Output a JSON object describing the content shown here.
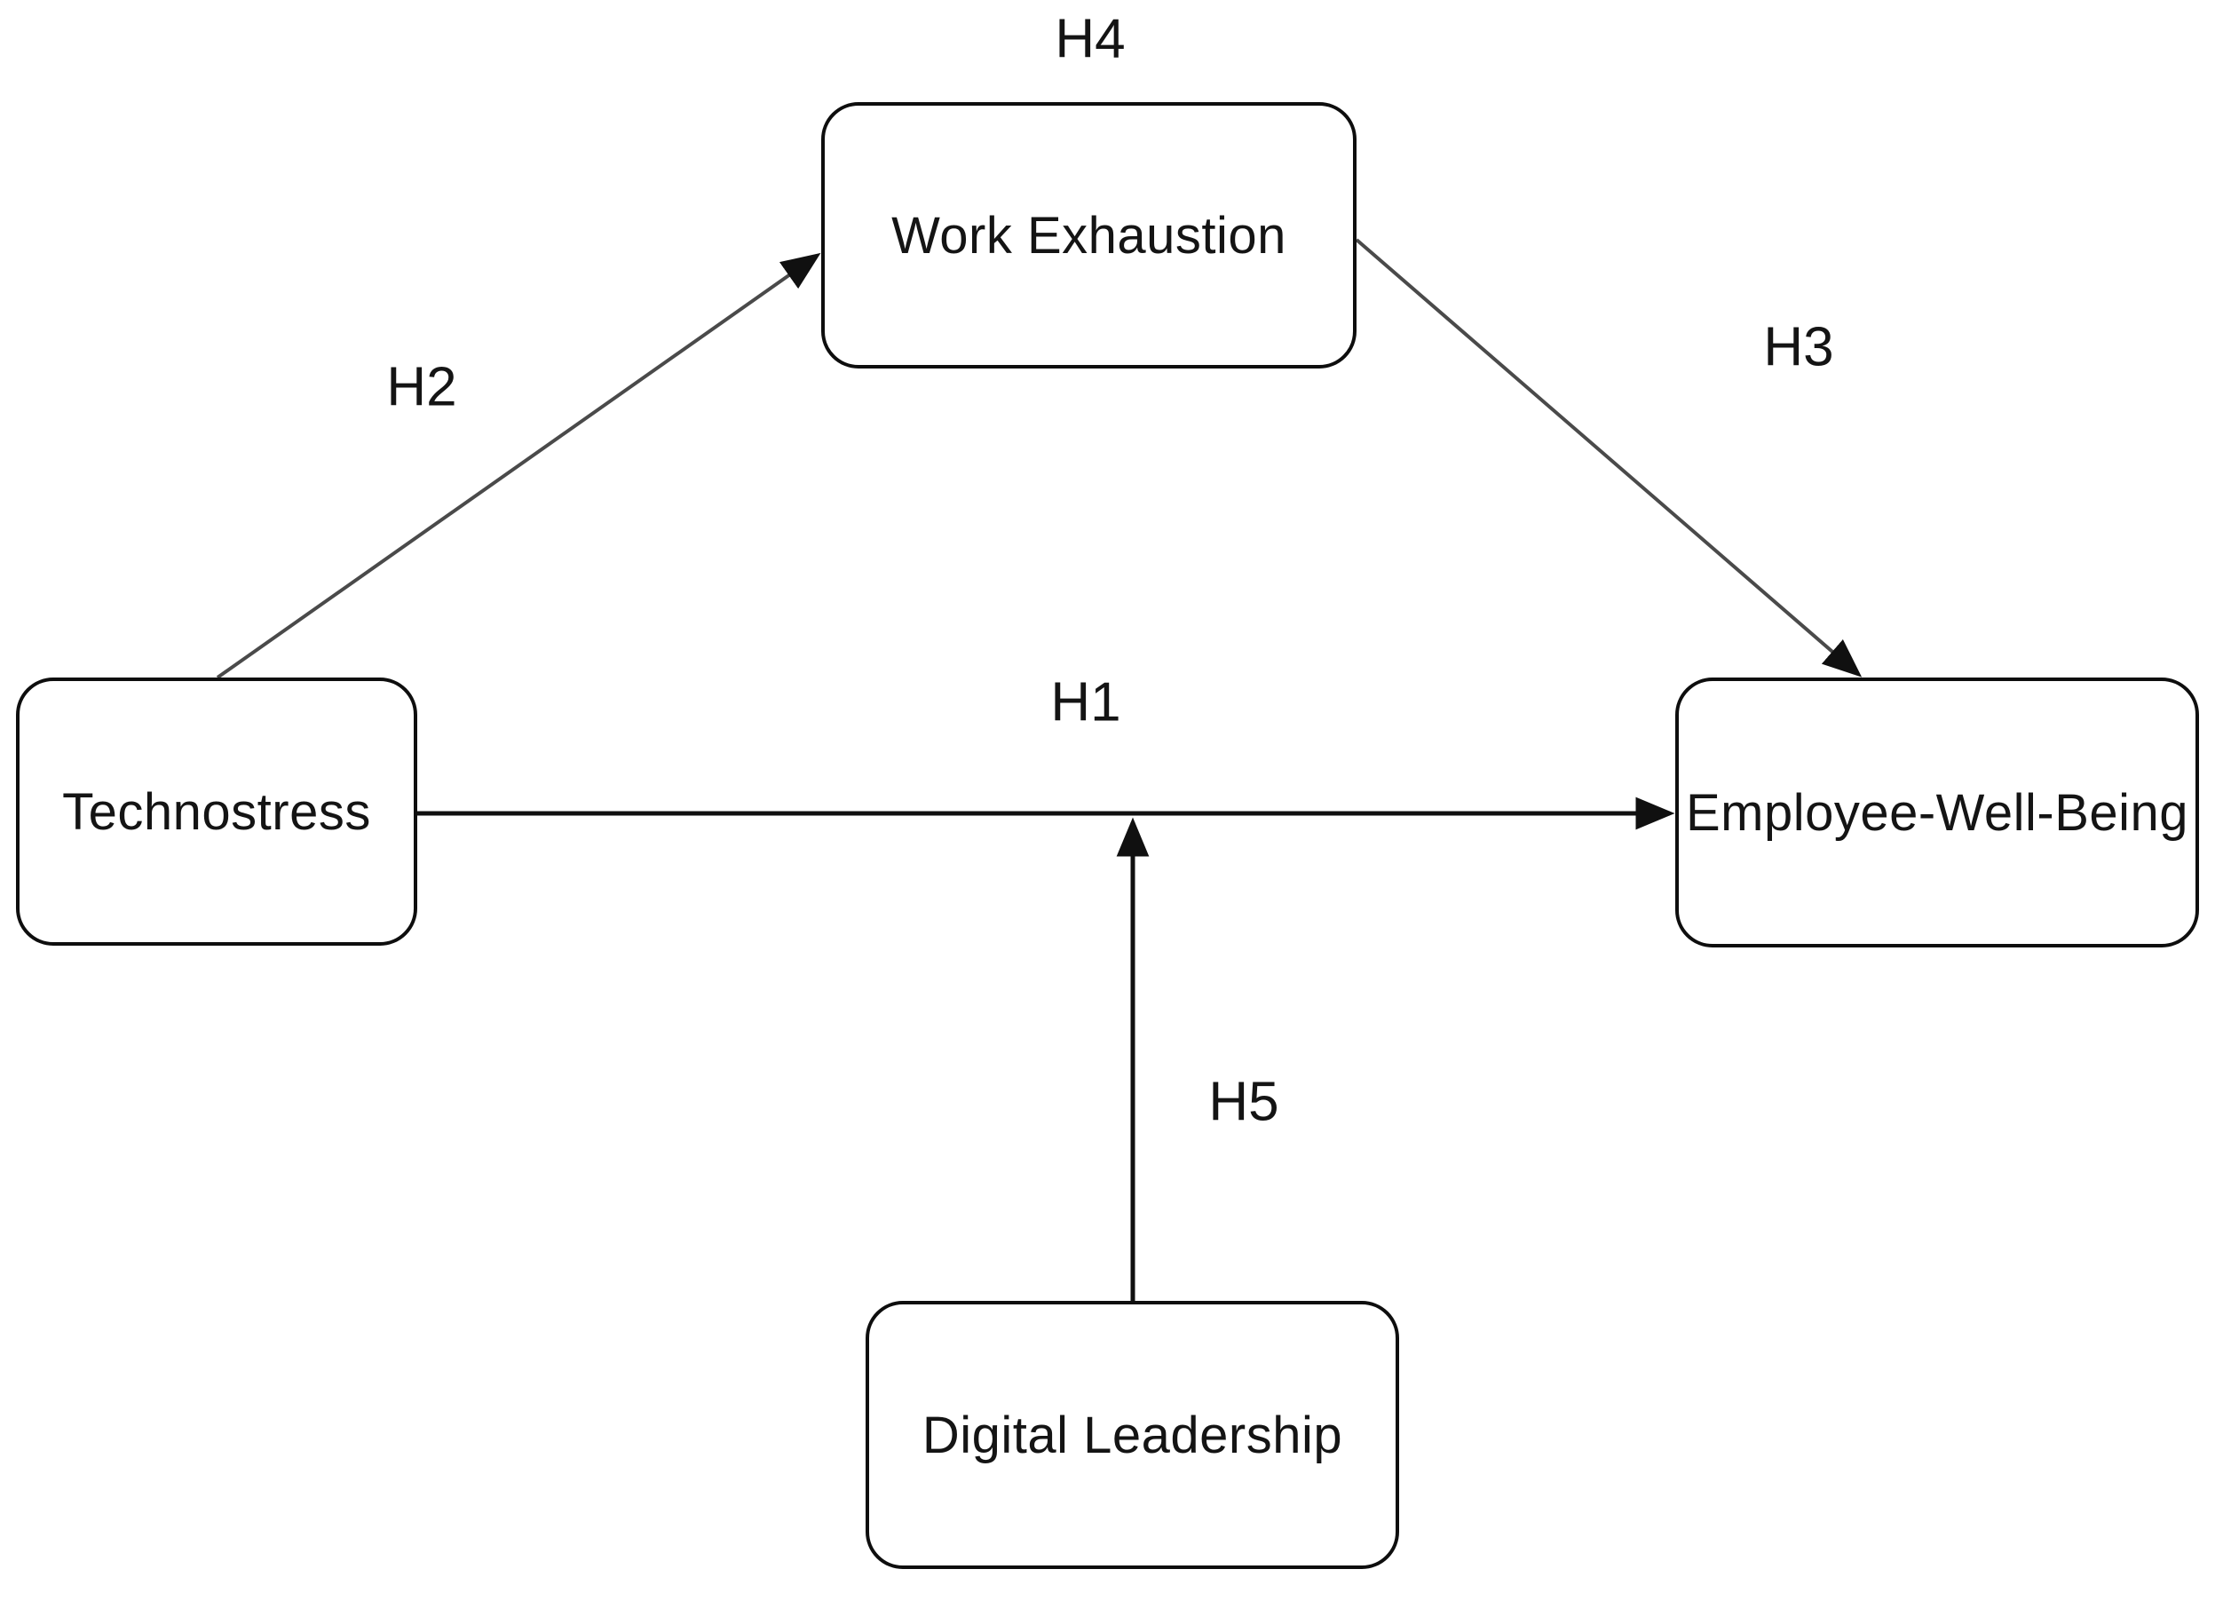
{
  "diagram": {
    "background_color": "#ffffff",
    "stroke_color": "#101010",
    "text_color": "#141414",
    "nodes": [
      {
        "id": "work-exhaustion",
        "label": "Work Exhaustion"
      },
      {
        "id": "technostress",
        "label": "Technostress"
      },
      {
        "id": "employee-well-being",
        "label": "Employee-Well-Being"
      },
      {
        "id": "digital-leadership",
        "label": "Digital Leadership"
      }
    ],
    "edges": [
      {
        "id": "H1",
        "label": "H1",
        "from": "Technostress",
        "to": "Employee-Well-Being",
        "style": "horizontal-arrow"
      },
      {
        "id": "H2",
        "label": "H2",
        "from": "Technostress",
        "to": "Work Exhaustion",
        "style": "diagonal-arrow"
      },
      {
        "id": "H3",
        "label": "H3",
        "from": "Work Exhaustion",
        "to": "Employee-Well-Being",
        "style": "diagonal-arrow"
      },
      {
        "id": "H4",
        "label": "H4",
        "position": "above Work Exhaustion"
      },
      {
        "id": "H5",
        "label": "H5",
        "from": "Digital Leadership",
        "to": "H1 arrow",
        "style": "vertical-arrow"
      }
    ]
  }
}
